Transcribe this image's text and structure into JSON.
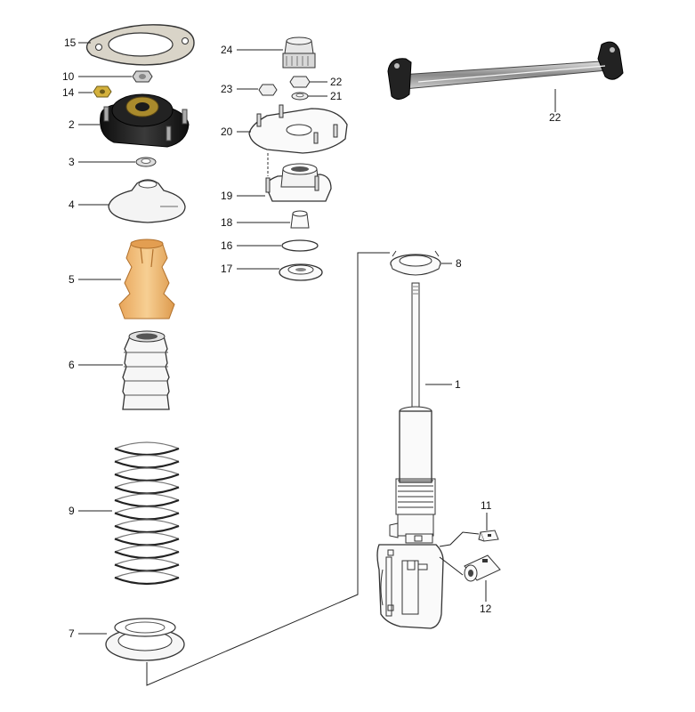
{
  "callouts": {
    "c1": "1",
    "c2": "2",
    "c3": "3",
    "c4": "4",
    "c5": "5",
    "c6": "6",
    "c7": "7",
    "c8": "8",
    "c9": "9",
    "c10": "10",
    "c11": "11",
    "c12": "12",
    "c14": "14",
    "c15": "15",
    "c16": "16",
    "c17": "17",
    "c18": "18",
    "c19": "19",
    "c20": "20",
    "c21": "21",
    "c22a": "22",
    "c22b": "22",
    "c23": "23",
    "c24": "24"
  },
  "colors": {
    "line": "#222222",
    "rubber_black": "#1c1c1c",
    "metal": "#b9b9b9",
    "bump_stop": "#f2c07a"
  }
}
